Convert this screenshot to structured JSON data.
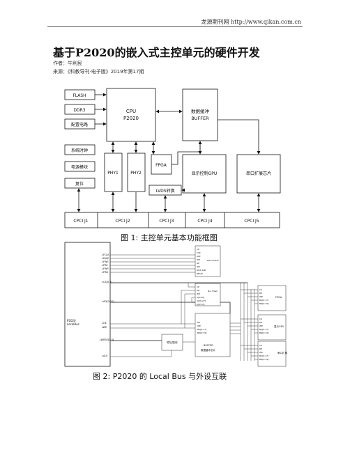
{
  "header": {
    "site": "龙源期刊网 http://www.qikan.com.cn"
  },
  "article": {
    "title": "基于P2020的嵌入式主控单元的硬件开发",
    "author": "作者：牛利民",
    "source": "来源：《科教导刊·电子版》2019年第17期"
  },
  "figure1": {
    "caption": "图 1: 主控单元基本功能框图",
    "blocks": {
      "flash": "FLASH",
      "ddr3": "DDR3",
      "power": "配置电路",
      "cpu": "CPU",
      "cpu_model": "P2020",
      "buffer_cn": "数据缓冲",
      "buffer_en": "BUFFER",
      "clock": "系统时钟",
      "reset_mon": "电源模块",
      "reset": "复位",
      "phy1": "PHY1",
      "phy2": "PHY2",
      "fpga": "FPGA",
      "gpu": "显示控制GPU",
      "serial": "串口扩展芯片",
      "lvds": "LVDS转换"
    },
    "bus": [
      "CPCI J1",
      "CPCI J2",
      "CPCI J3",
      "CPCI J4",
      "CPCI J5"
    ]
  },
  "figure2": {
    "caption": "图 2: P2020 的 Local Bus 与外设互联",
    "p2020": [
      "P2020",
      "LocalBus"
    ],
    "left_signals": [
      "LFCLE",
      "LFALE",
      "LFWE",
      "LFRE",
      "LFWP",
      "LFRB"
    ],
    "lcs": "LCS[0:7]",
    "lad": "LAD[0:31]",
    "loe": "LOE",
    "lwe": "LWE",
    "lwebe": "LWEBE[0:3]",
    "lale": "LALE",
    "latch": "地址锁存",
    "nand": {
      "title": "Nand Flash",
      "pins": [
        "CE",
        "CLE",
        "ALE",
        "WE",
        "RE",
        "WP",
        "RE/E R/B",
        "RE1/E"
      ]
    },
    "nor": {
      "title": "Nor Flash",
      "pins": [
        "CE",
        "OE",
        "WE",
        "A[23:0]",
        "A[26:27]",
        "D[15:0]"
      ]
    },
    "buffer": {
      "title": "BUFFER",
      "subtitle": "数据缓冲芯片",
      "pins": [
        "RE",
        "WE",
        "BA[0:17]",
        "BD[0:15]"
      ]
    },
    "fpga": {
      "title": "FPGA",
      "pins": [
        "CS",
        "RE",
        "WE",
        "BA[0:17]",
        "BD[0:15]"
      ]
    },
    "gpu": {
      "title": "显示GPU",
      "pins": [
        "CS",
        "RE",
        "WE",
        "BA[0:17]",
        "BD[0:15]"
      ]
    },
    "serial": {
      "title": "串口扩展",
      "pins": [
        "CS",
        "RE",
        "WE",
        "BA[0:17]",
        "BD[0:15]"
      ]
    }
  }
}
